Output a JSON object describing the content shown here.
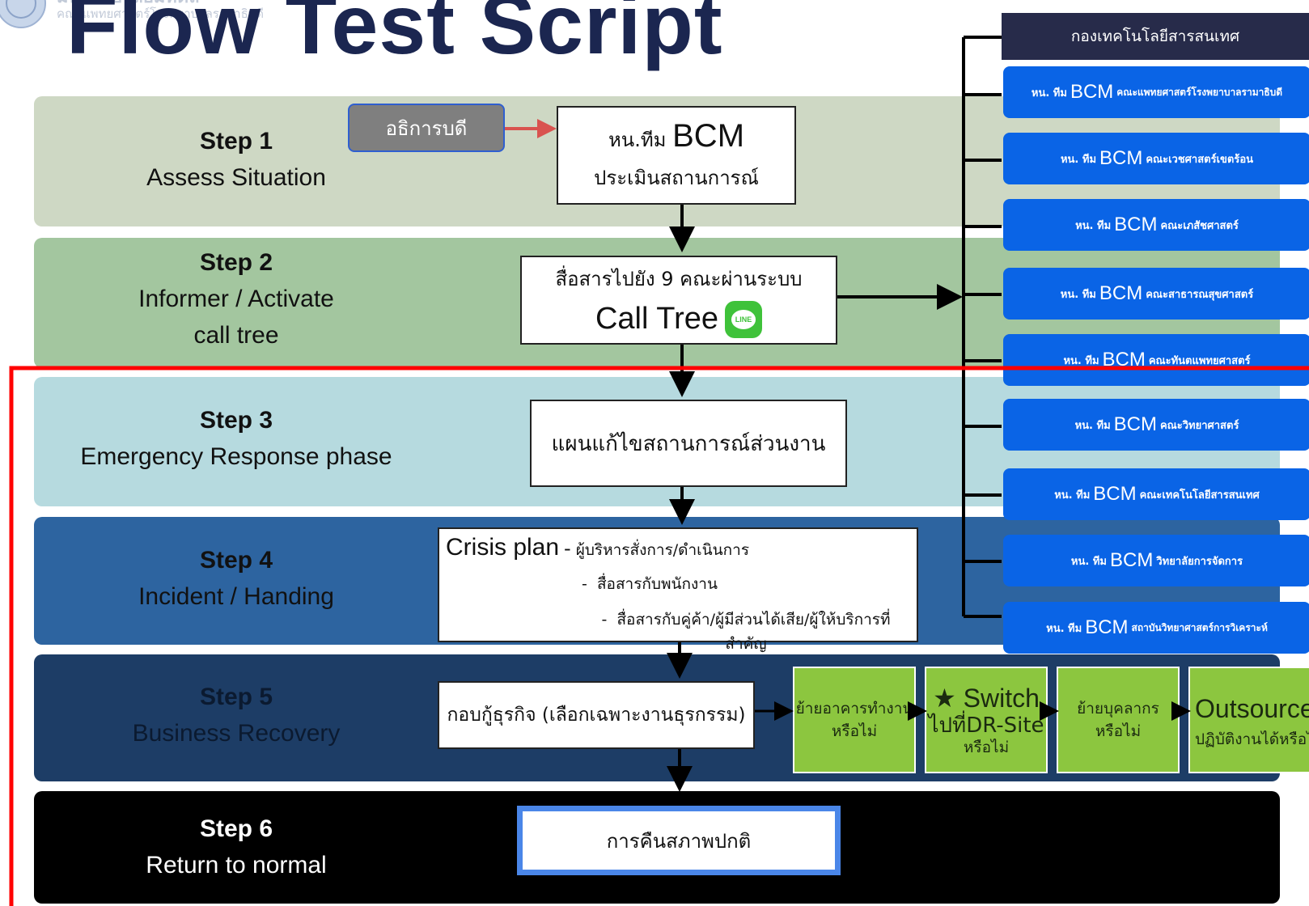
{
  "header": {
    "title": "Flow Test Script",
    "org_name_line1": "มหาวิทยาลัยมหิดล",
    "org_name_line2": "คณะแพทยศาสตร์โรงพยาบาลรามาธิบดี"
  },
  "steps": [
    {
      "num": "Step 1",
      "name": "Assess Situation",
      "name2": ""
    },
    {
      "num": "Step 2",
      "name": "Informer / Activate",
      "name2": "call tree"
    },
    {
      "num": "Step 3",
      "name": "Emergency Response phase",
      "name2": ""
    },
    {
      "num": "Step 4",
      "name": "Incident / Handing",
      "name2": ""
    },
    {
      "num": "Step 5",
      "name": "Business Recovery",
      "name2": ""
    },
    {
      "num": "Step 6",
      "name": "Return to normal",
      "name2": ""
    }
  ],
  "nodes": {
    "president": "อธิการบดี",
    "bcm_head_prefix": "หน.ทีม",
    "bcm_head_bcm": "BCM",
    "bcm_head_sub": "ประเมินสถานการณ์",
    "comm_line1": "สื่อสารไปยัง 9 คณะผ่านระบบ",
    "comm_line2": "Call Tree",
    "line_icon_text": "LINE",
    "plan": "แผนแก้ไขสถานการณ์ส่วนงาน",
    "crisis_title": "Crisis plan",
    "crisis_dash": "-",
    "crisis_items": [
      "ผู้บริหารสั่งการ/ดำเนินการ",
      "สื่อสารกับพนักงาน",
      "สื่อสารกับคู่ค้า/ผู้มีส่วนได้เสีย/ผู้ให้บริการที่สำคัญ"
    ],
    "recovery": "กอบกู้ธุรกิจ (เลือกเฉพาะงานธุรกรรม)",
    "normal": "การคืนสภาพปกติ"
  },
  "decisions": [
    {
      "line1": "ย้ายอาคารทำงาน",
      "line2": "หรือไม่",
      "line3": ""
    },
    {
      "line1": "★ Switch",
      "line2": "ไปที่DR-Site",
      "line3": "หรือไม่"
    },
    {
      "line1": "ย้ายบุคลากร",
      "line2": "หรือไม่",
      "line3": ""
    },
    {
      "line1": "Outsource",
      "line2": "ปฏิบัติงานได้หรือไม่",
      "line3": ""
    }
  ],
  "teams": {
    "header": "กองเทคโนโลยีสารสนเทศ",
    "items": [
      {
        "prefix": "หน. ทีม",
        "bcm": "BCM",
        "unit": "คณะแพทยศาสตร์โรงพยาบาลรามาธิบดี"
      },
      {
        "prefix": "หน. ทีม",
        "bcm": "BCM",
        "unit": "คณะเวชศาสตร์เขตร้อน"
      },
      {
        "prefix": "หน. ทีม",
        "bcm": "BCM",
        "unit": "คณะเภสัชศาสตร์"
      },
      {
        "prefix": "หน. ทีม",
        "bcm": "BCM",
        "unit": "คณะสาธารณสุขศาสตร์"
      },
      {
        "prefix": "หน. ทีม",
        "bcm": "BCM",
        "unit": "คณะทันตแพทยศาสตร์"
      },
      {
        "prefix": "หน. ทีม",
        "bcm": "BCM",
        "unit": "คณะวิทยาศาสตร์"
      },
      {
        "prefix": "หน. ทีม",
        "bcm": "BCM",
        "unit": "คณะเทคโนโลยีสารสนเทศ"
      },
      {
        "prefix": "หน. ทีม",
        "bcm": "BCM",
        "unit": "วิทยาลัยการจัดการ"
      },
      {
        "prefix": "หน. ทีม",
        "bcm": "BCM",
        "unit": "สถาบันวิทยาศาสตร์การวิเคราะห์"
      }
    ]
  },
  "colors": {
    "title": "#1b2650",
    "step1_band": "#ced8c4",
    "step2_band": "#a3c69f",
    "step3_band": "#b6dadf",
    "step4_band": "#2d64a0",
    "step5_band": "#1d3d66",
    "step6_band": "#000000",
    "team_blue": "#0a64e6",
    "team_header": "#272b4a",
    "decision_green": "#8cc63f",
    "red_frame": "#ff0000"
  }
}
